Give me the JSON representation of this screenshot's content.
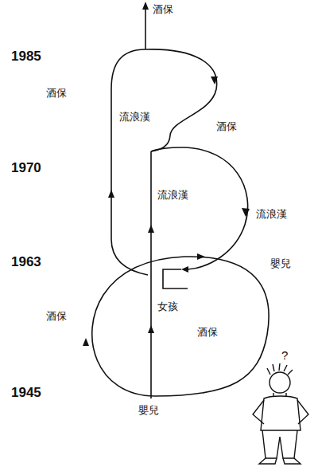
{
  "diagram": {
    "labels": [
      "酒保",
      "1985",
      "酒保",
      "流浪漢",
      "酒保",
      "1970",
      "流浪漢",
      "流浪漢",
      "1963",
      "嬰兒",
      "酒保",
      "女孩",
      "酒保",
      "?",
      "1945",
      "嬰兒"
    ]
  }
}
